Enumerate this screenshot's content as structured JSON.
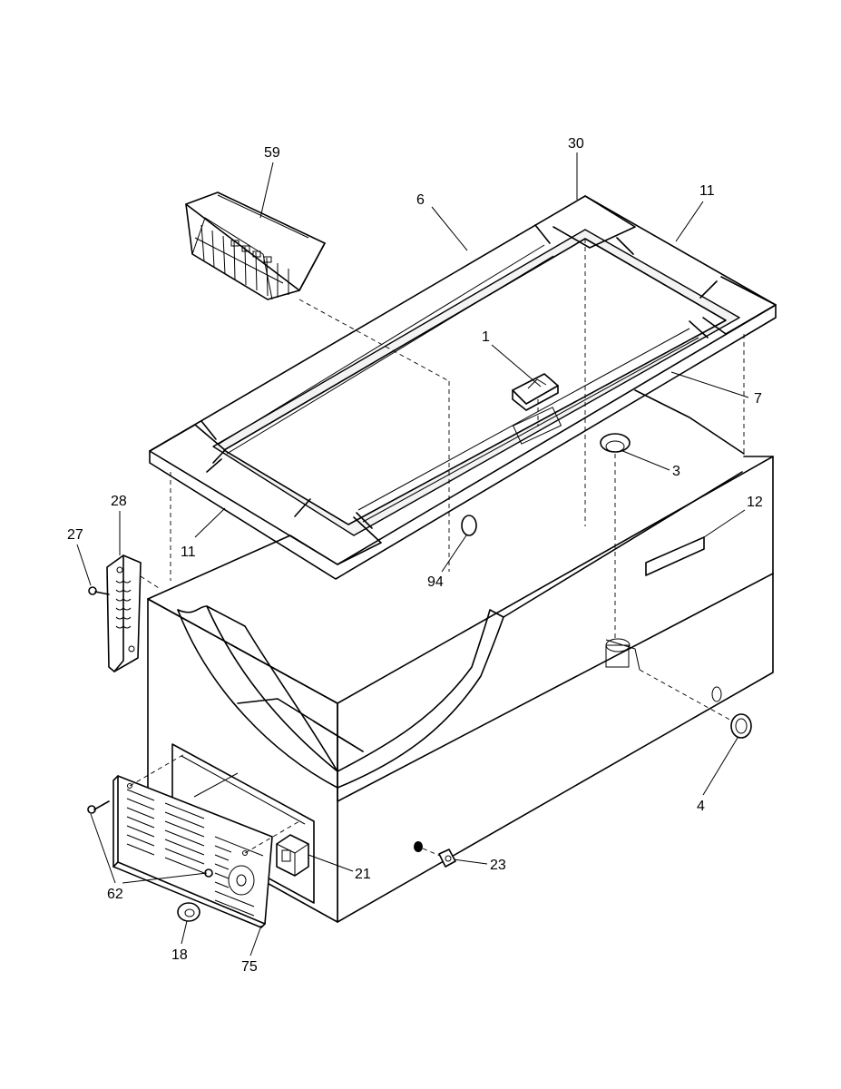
{
  "callouts": {
    "c59": "59",
    "c30": "30",
    "c6": "6",
    "c11_top": "11",
    "c1": "1",
    "c7": "7",
    "c3": "3",
    "c12": "12",
    "c28": "28",
    "c27": "27",
    "c11_bottom": "11",
    "c94": "94",
    "c4": "4",
    "c21": "21",
    "c23": "23",
    "c62": "62",
    "c18": "18",
    "c75": "75"
  }
}
